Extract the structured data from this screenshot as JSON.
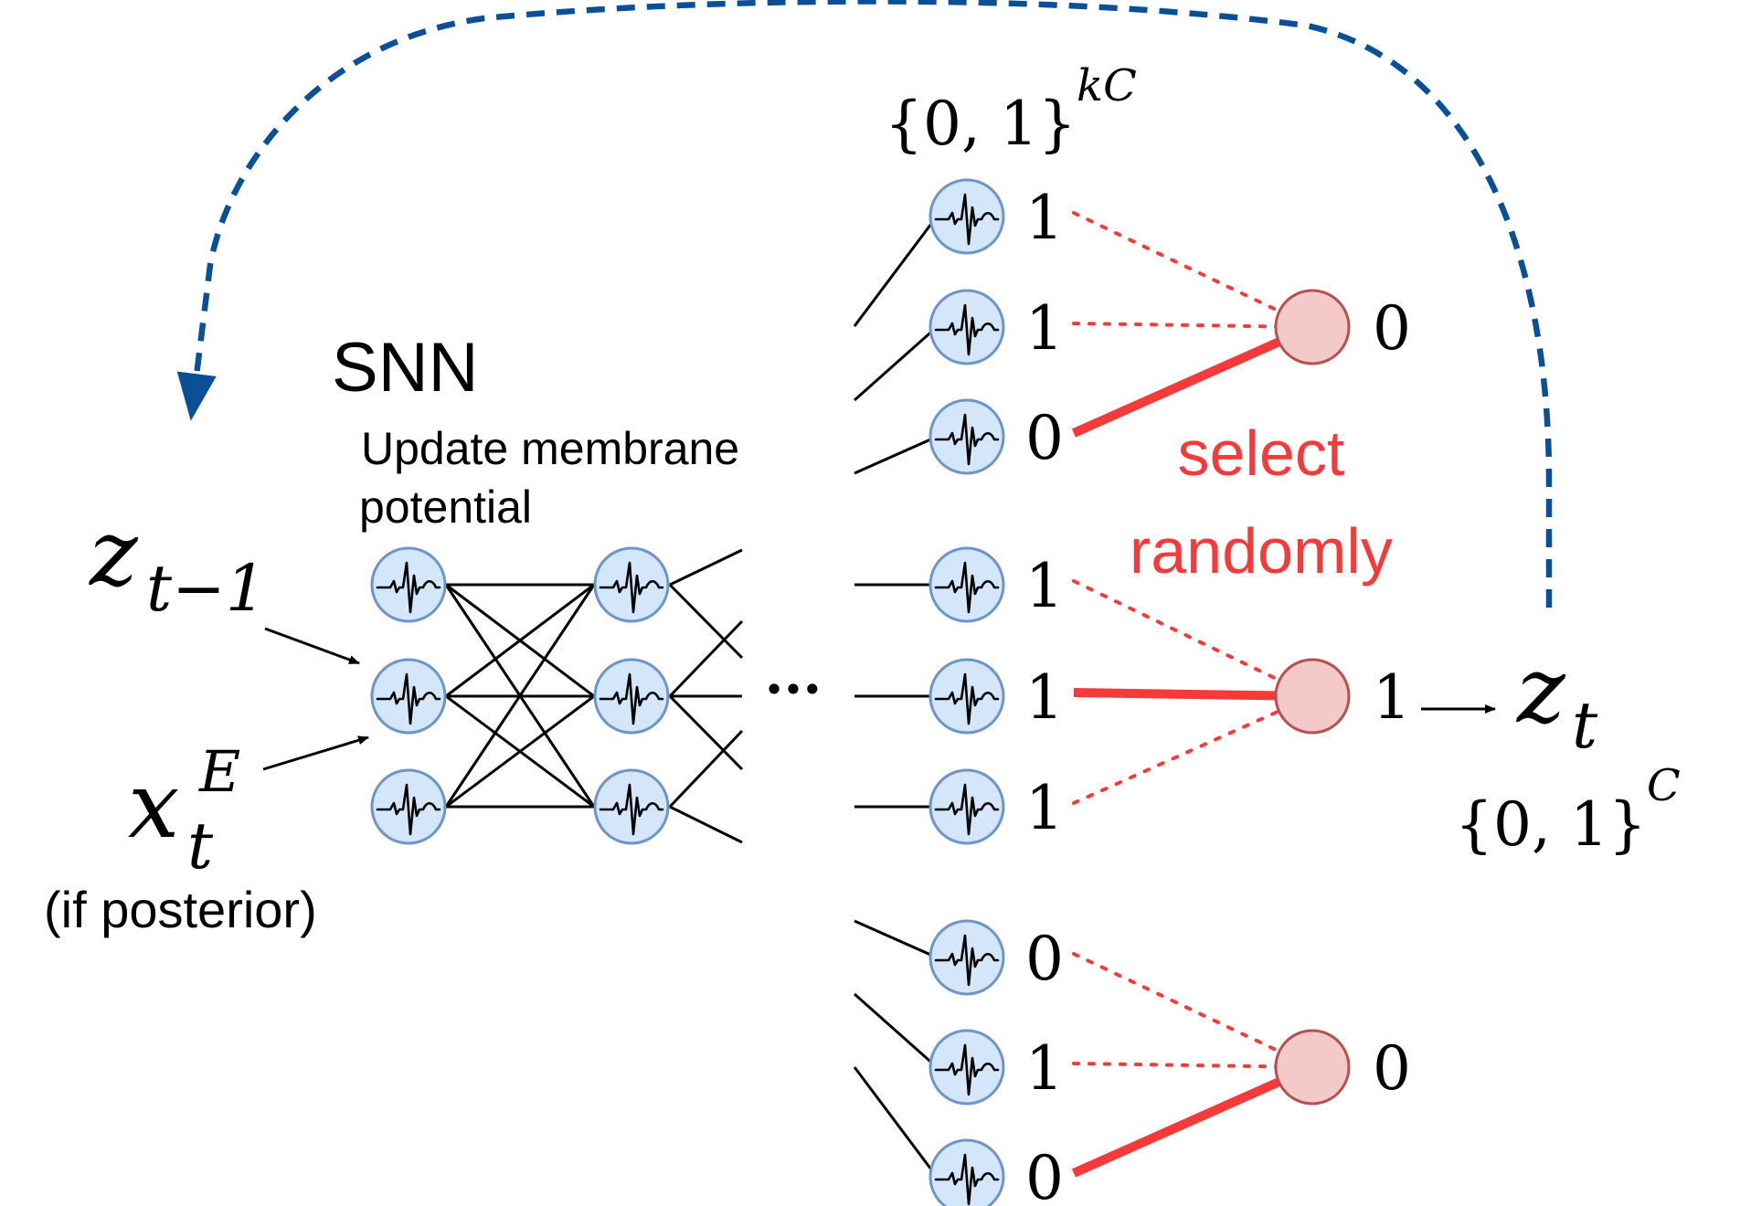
{
  "labels": {
    "snn_title": "SNN",
    "update_line1": "Update membrane",
    "update_line2": "potential",
    "z_prev_base": "z",
    "z_prev_sub": "t−1",
    "x_base": "x",
    "x_sup": "E",
    "x_sub": "t",
    "posterior_note": "(if posterior)",
    "ellipsis": "···",
    "set_top": "{0, 1}",
    "set_top_sup": "kC",
    "select_line1": "select",
    "select_line2": "randomly",
    "z_out_base": "z",
    "z_out_sub": "t",
    "set_out": "{0, 1}",
    "set_out_sup": "C"
  },
  "groups": [
    {
      "bits": [
        "1",
        "1",
        "0"
      ],
      "selected_index": 2,
      "output": "0"
    },
    {
      "bits": [
        "1",
        "1",
        "1"
      ],
      "selected_index": 1,
      "output": "1"
    },
    {
      "bits": [
        "0",
        "1",
        "0"
      ],
      "selected_index": 2,
      "output": "0"
    }
  ],
  "colors": {
    "neuron_fill": "#d4e6f9",
    "neuron_stroke": "#6f95c8",
    "selector_fill": "#f4c9c9",
    "selector_stroke": "#b85050",
    "select_red": "#f53a3a",
    "feedback_blue": "#0b4f99",
    "ink": "#000000"
  },
  "icons": {
    "neuron": "spike-waveform-icon"
  }
}
